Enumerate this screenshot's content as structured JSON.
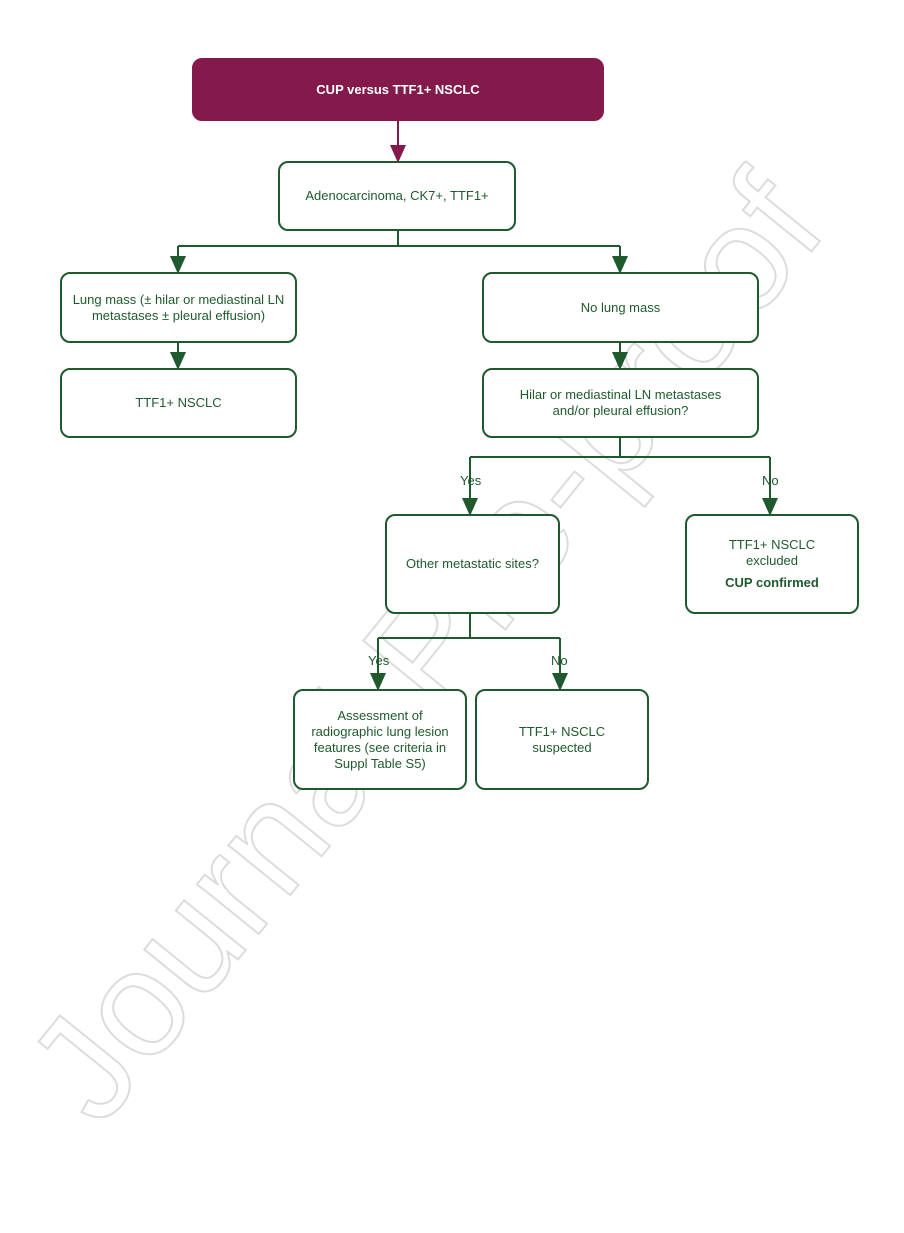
{
  "title": "CUP versus TTF1+ NSCLC",
  "nodes": {
    "adeno": "Adenocarcinoma, CK7+, TTF1+",
    "lung_mass": [
      "Lung mass (± hilar or mediastinal LN",
      "metastases ± pleural effusion)"
    ],
    "ttf1_nsclc": "TTF1+ NSCLC",
    "no_lung_mass": "No lung mass",
    "hilar_q": [
      "Hilar or mediastinal LN metastases",
      "and/or pleural effusion?"
    ],
    "other_sites": "Other metastatic sites?",
    "excluded": [
      "TTF1+ NSCLC",
      "excluded"
    ],
    "cup_confirmed": "CUP confirmed",
    "assessment": [
      "Assessment of",
      "radiographic lung lesion",
      "features (see criteria in",
      "Suppl Table S5)"
    ],
    "suspected": [
      "TTF1+ NSCLC",
      "suspected"
    ]
  },
  "labels": {
    "yes_1": "Yes",
    "no_1": "No",
    "yes_2": "Yes",
    "no_2": "No"
  },
  "watermark": "Journal Pre-proof",
  "colors": {
    "header_fill": "#841a4b",
    "node_stroke": "#1f5a2e",
    "text": "#1f5a2e",
    "watermark": "#dcdcdc"
  }
}
